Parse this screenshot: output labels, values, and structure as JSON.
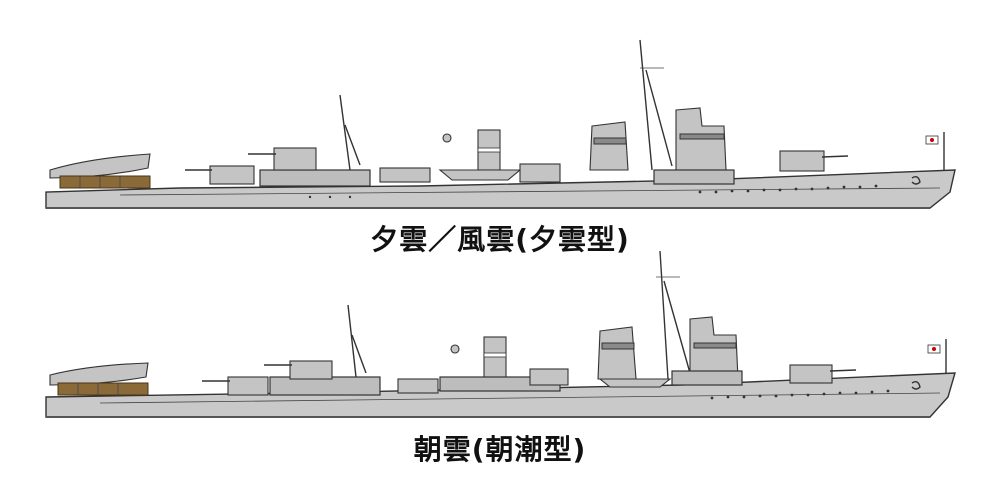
{
  "ships": [
    {
      "id": "yugumo",
      "caption": "夕雲／風雲(夕雲型)",
      "flag_color": "#cc0000"
    },
    {
      "id": "asagumo",
      "caption": "朝雲(朝潮型)",
      "flag_color": "#cc0000"
    }
  ],
  "colors": {
    "hull": "#c9c9c9",
    "outline": "#333333",
    "deck_cargo": "#8b6a3a"
  }
}
